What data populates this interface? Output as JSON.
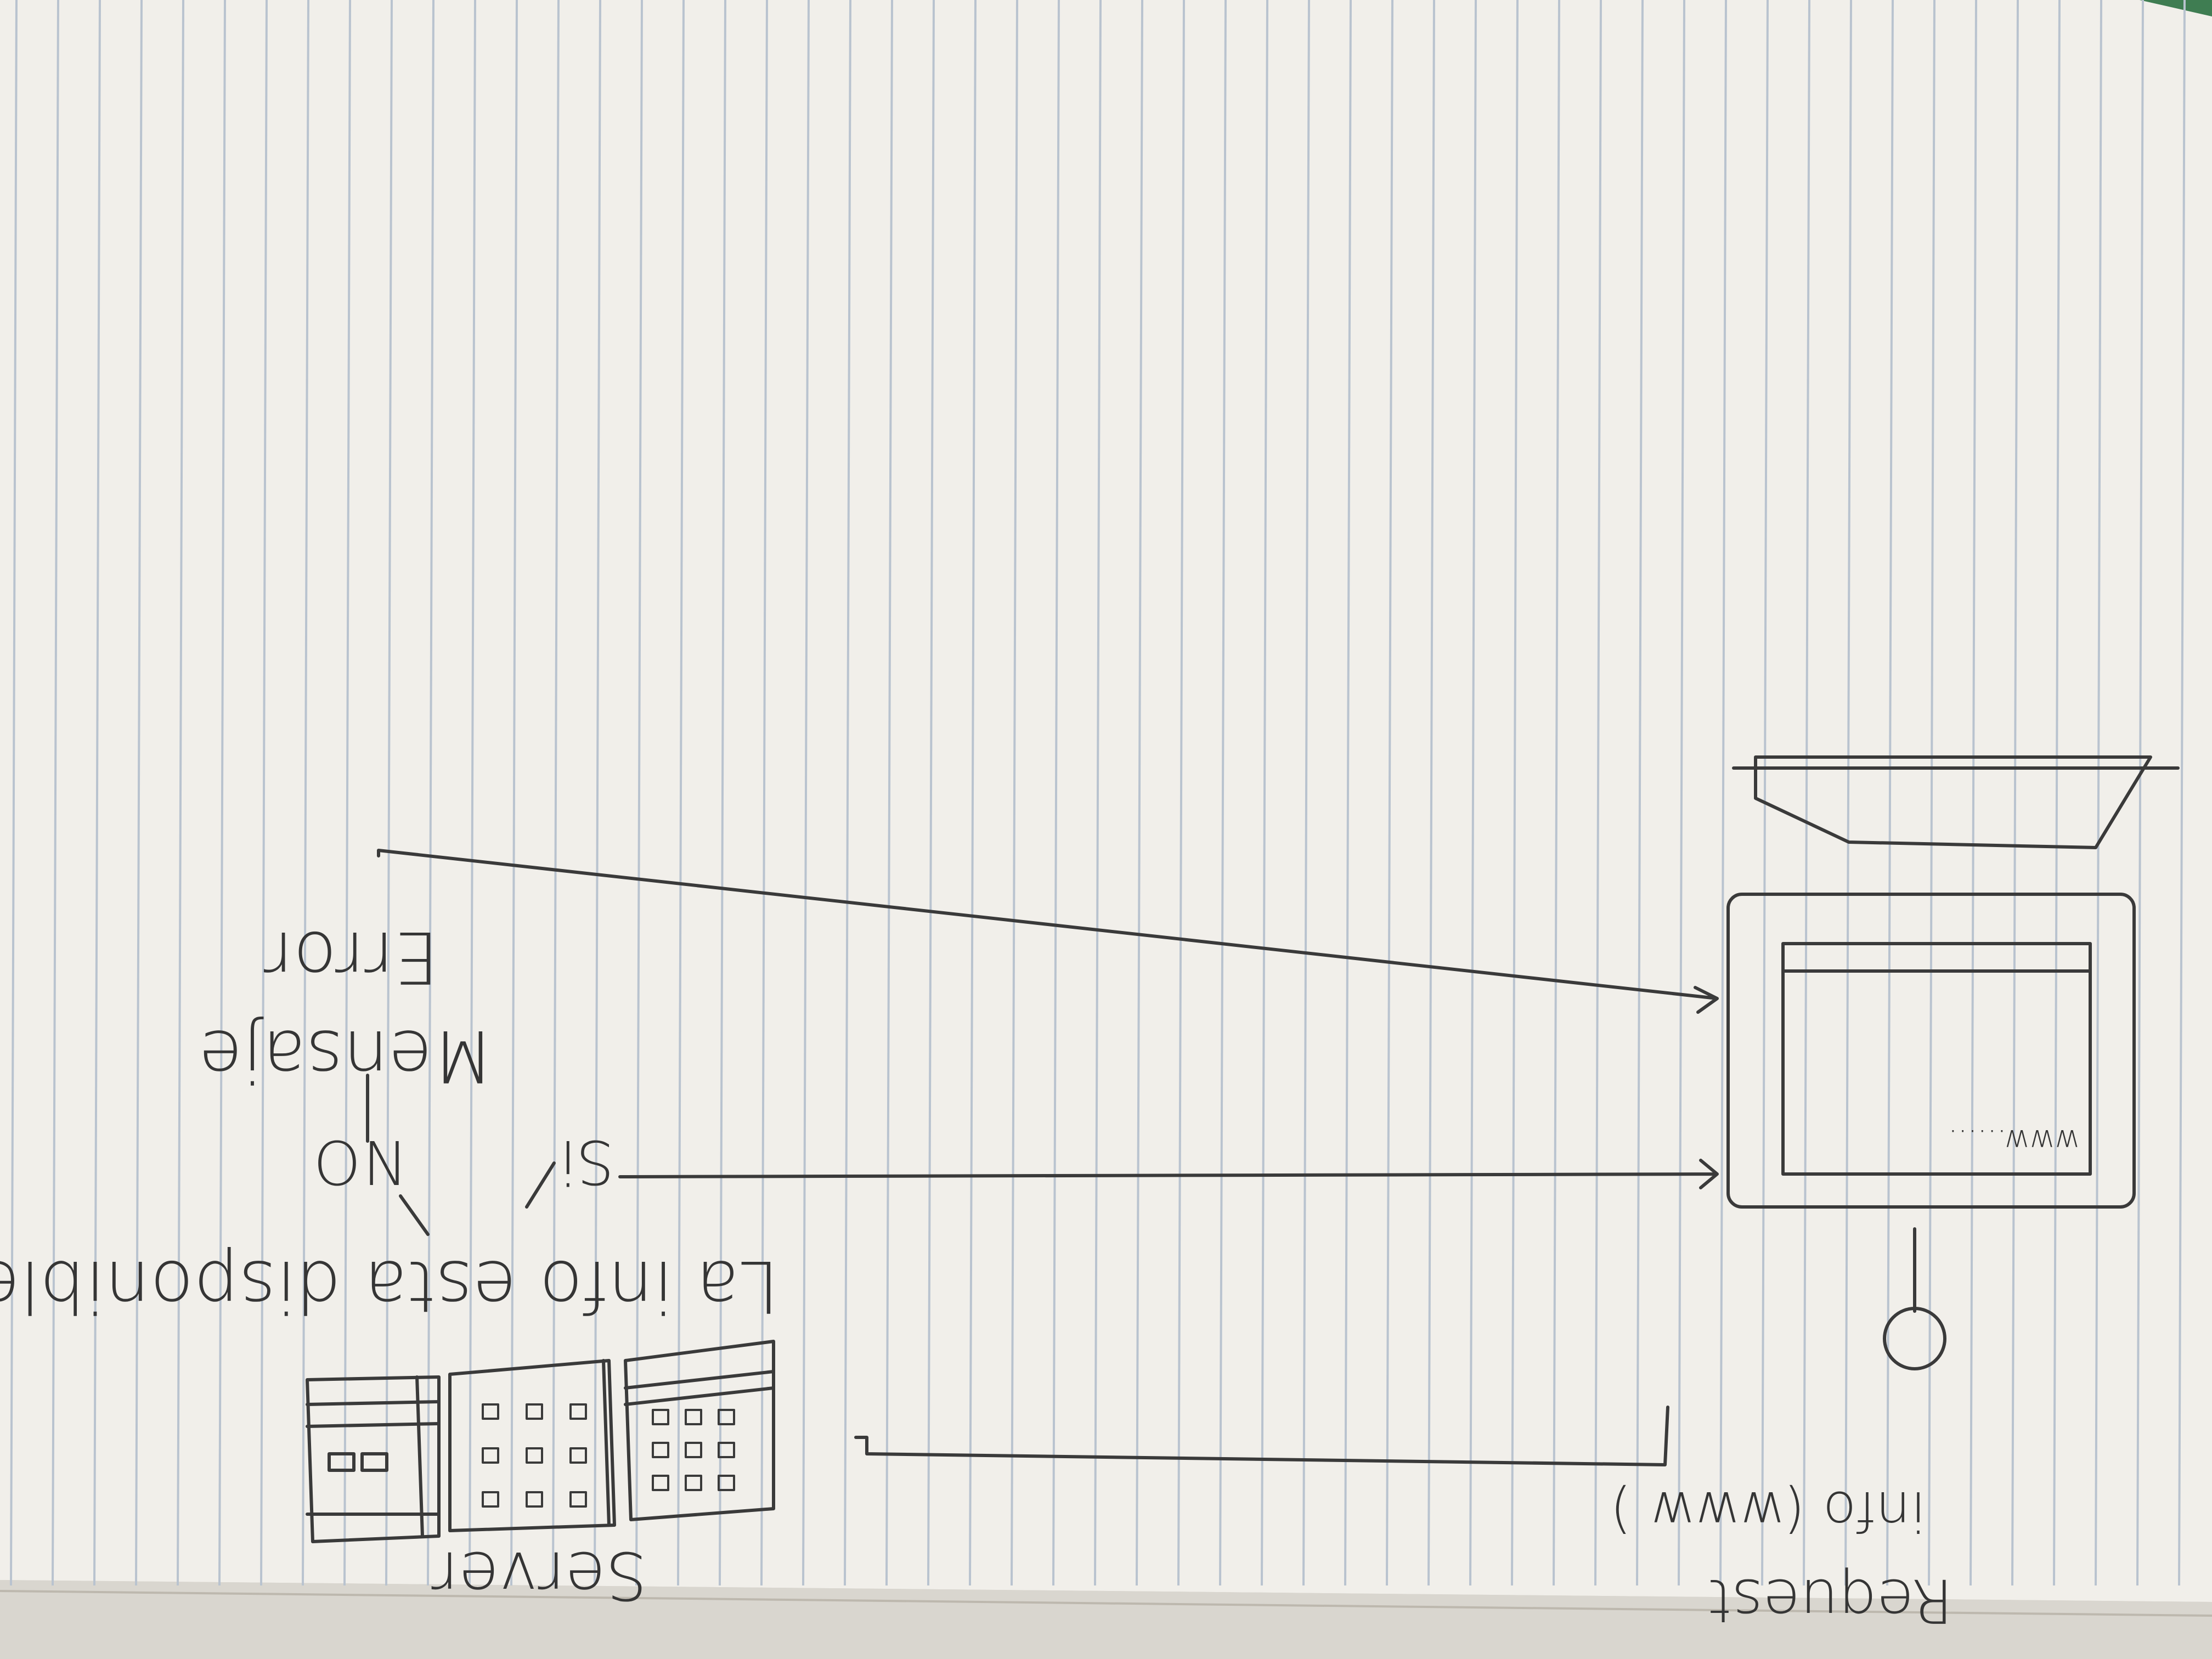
{
  "labels": {
    "request": "Request",
    "info_www": "info (www   )",
    "server": "Server",
    "question": "La info esta disponible",
    "yes": "Si",
    "no": "NO",
    "error_line1": "Mensaje",
    "error_line2": "Error",
    "url_scribble": "www......"
  },
  "colors": {
    "paper": "#f1efea",
    "ruled_line": "#b9c3cf",
    "ink": "#3a3a3a",
    "page_below": "#d9d6cf",
    "corner_green": "#3f7d52"
  }
}
